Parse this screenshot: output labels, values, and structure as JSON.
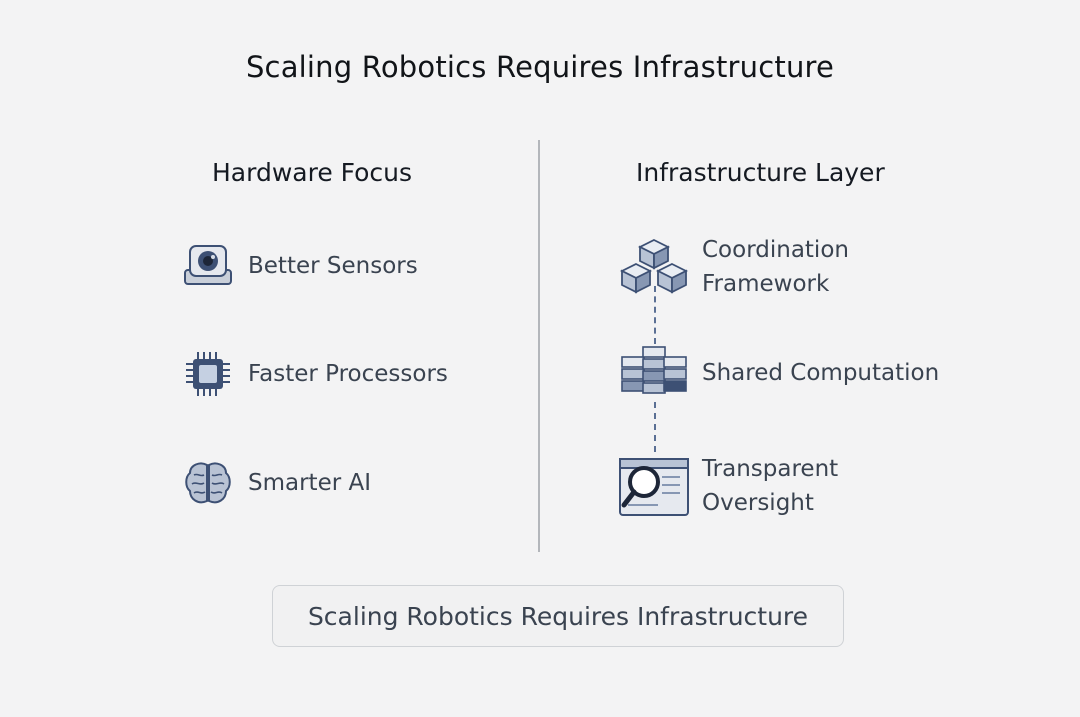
{
  "title": "Scaling Robotics Requires Infrastructure",
  "left": {
    "heading": "Hardware Focus",
    "items": [
      {
        "label": "Better Sensors",
        "icon": "camera-sensor-icon"
      },
      {
        "label": "Faster Processors",
        "icon": "chip-icon"
      },
      {
        "label": "Smarter AI",
        "icon": "brain-icon"
      }
    ]
  },
  "right": {
    "heading": "Infrastructure Layer",
    "items": [
      {
        "label": "Coordination Framework",
        "icon": "cubes-icon"
      },
      {
        "label": "Shared Computation",
        "icon": "server-stacks-icon"
      },
      {
        "label": "Transparent Oversight",
        "icon": "magnifier-document-icon"
      }
    ]
  },
  "footer": "Scaling Robotics Requires Infrastructure",
  "colors": {
    "icon_accent": "#3d5074",
    "connector": "#5a6f94"
  }
}
